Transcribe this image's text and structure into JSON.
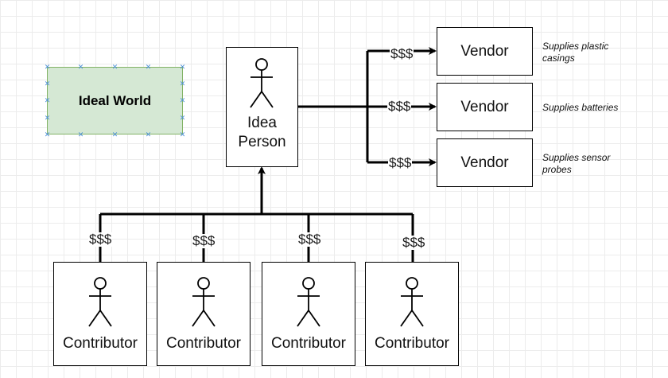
{
  "diagram": {
    "ideal_world": "Ideal World",
    "idea_person": {
      "line1": "Idea",
      "line2": "Person"
    },
    "vendors": [
      {
        "label": "Vendor",
        "money": "$$$",
        "note": "Supplies plastic casings"
      },
      {
        "label": "Vendor",
        "money": "$$$",
        "note": "Supplies batteries"
      },
      {
        "label": "Vendor",
        "money": "$$$",
        "note": "Supplies sensor probes"
      }
    ],
    "contributors": [
      {
        "label": "Contributor",
        "money": "$$$"
      },
      {
        "label": "Contributor",
        "money": "$$$"
      },
      {
        "label": "Contributor",
        "money": "$$$"
      },
      {
        "label": "Contributor",
        "money": "$$$"
      }
    ]
  },
  "colors": {
    "ideal_world_fill": "#d5e8d4",
    "ideal_world_border": "#82b366",
    "selection_handle": "#4a8fd8",
    "grid": "#ececec"
  }
}
